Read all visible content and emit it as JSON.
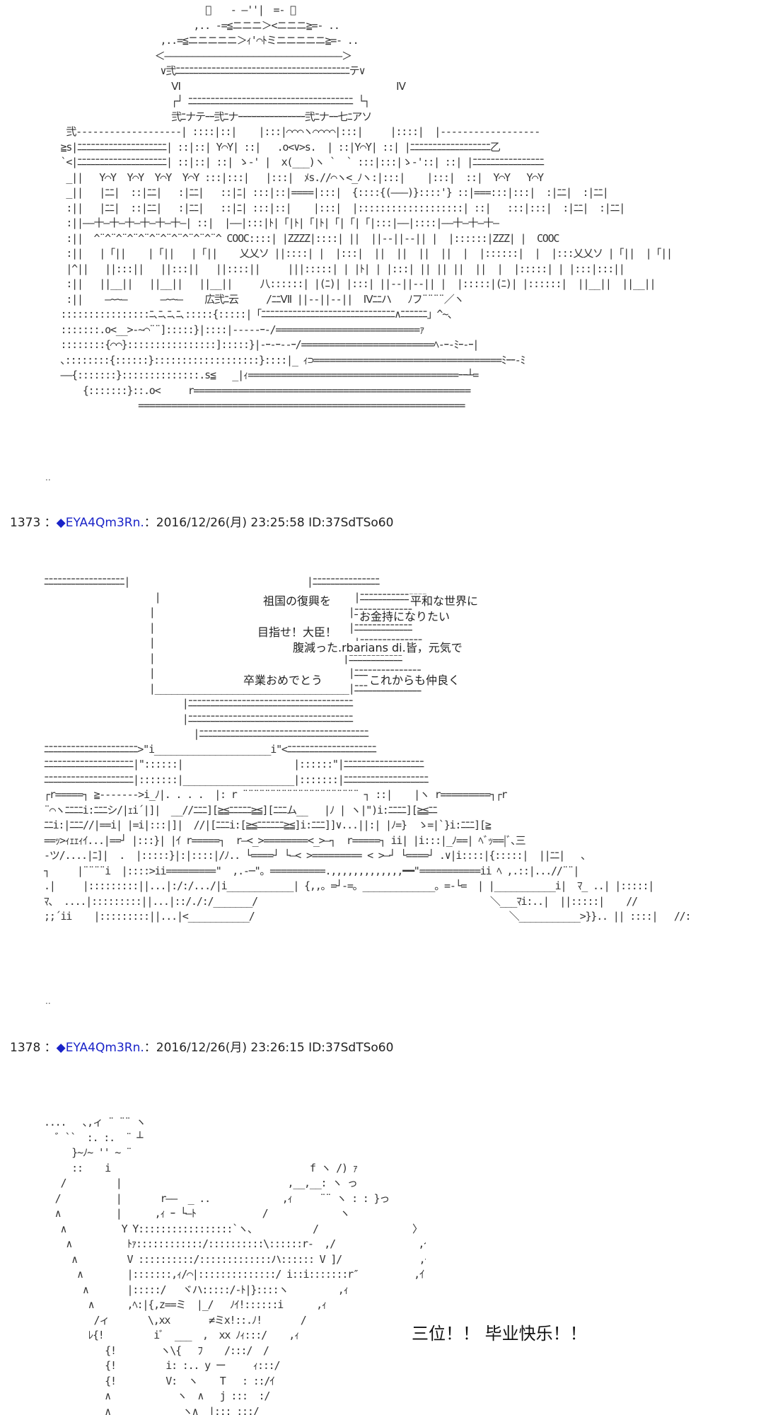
{
  "art_top": "                             ﾞ　　- ―''|　=‐ ､\n                           ,.. -=≦ニニニ＞<ニニニ≧=- ..\n                     ,..=≦ニニニニニ＞ｨ'⌒ﾄミニニニニニ≧=- ..\n                    ＜――――――――――――――――――――――――――――――――＞\n                     ∨弐ﾆﾆﾆﾆﾆﾆﾆﾆﾆﾆﾆﾆﾆﾆﾆﾆﾆﾆﾆﾆﾆﾆﾆﾆﾆﾆﾆﾆﾆﾆﾆﾆﾆﾆﾆﾆﾆﾆﾆテ∨\n                       Ⅵ                                       Ⅳ\n                       ┌┘ ﾆﾆﾆﾆﾆﾆﾆﾆﾆﾆﾆﾆﾆﾆﾆﾆﾆﾆﾆﾆﾆﾆﾆﾆﾆﾆﾆﾆﾆﾆﾆﾆﾆﾆﾆﾆﾆ └┐\n                       弐ﾆナテｰｰ弐ﾆナｰｰｰｰｰｰｰｰｰｰｰｰｰｰｰ弐ﾆナｰｰ七ﾆアソ\n    弐-------------------| ::::|::|    |:::|⌒⌒⌒ヽ⌒⌒⌒⌒|:::|     |::::|  |------------------\n   ≧s|ﾆﾆﾆﾆﾆﾆﾆﾆﾆﾆﾆﾆﾆﾆﾆﾆﾆﾆﾆﾆ| ::|::| Y⌒Y| ::|   .o<∨>s.  | ::|Y⌒Y| ::| |ﾆﾆﾆﾆﾆﾆﾆﾆﾆﾆﾆﾆﾆﾆﾆﾆﾆﾆ乙\n   `<|ﾆﾆﾆﾆﾆﾆﾆﾆﾆﾆﾆﾆﾆﾆﾆﾆﾆﾆﾆﾆ| ::|::| ::| ゝ-' |  x(___)ヽ `  ` :::|:::|ゝ-'::| ::| |ﾆﾆﾆﾆﾆﾆﾆﾆﾆﾆﾆﾆﾆﾆﾆﾆ\n    _||   Y⌒Y  Y⌒Y  Y⌒Y  Y⌒Y :::|:::|   |:::|  ﾒs.//⌒ヽ<_ﾉヽ:|:::|    |:::|  ::|  Y⌒Y   Y⌒Y\n    _||   |ﾆﾆ|  ::|ﾆﾆ|   :|ﾆﾆ|   ::|ﾆ| :::|::|====|:::|  {::::{(―――)}::::'} ::|===:::|:::|  :|ﾆﾆ|  :|ﾆﾆ|\n    :||   |ﾆﾆ|  ::|ﾆﾆ|   :|ﾆﾆ|   ::|ﾆ| :::|::|    |:::|  |:::::::::::::::::::| ::|   :::|:::|  :|ﾆﾆ|  :|ﾆﾆ|\n    :||――十―十―十―十―十―十―| ::|  |――|:::|ﾄ|「|ﾄ|「|ﾄ|「|「|「|:::|――|::::|――十―十―十―\n    :||  ^¨^¨^¨^¨^¨^¨^¨^¨^¨^¨^¨^ COOC::::| |ZZZZ|::::| ||  ||--||--|| |  |::::::|ZZZ| |  COOC\n    :||   |「||    |「||   |「||    乂乂ソ ||::::| |  |:::|  ||  ||  ||  ||  |  |::::::|  |  |:::乂乂ソ |「||  |「||\n    |^||   ||:::||   ||:::||   ||::::||     |||:::::| | |ﾄ| | |:::| || || ||  ||  |  |:::::| | |:::|:::||\n    :||   ||__||   ||__||   ||__||     八::::::| |(ﾆ)| |:::| ||--||--|| |  |:::::|(ﾆ)| |::::::|  ||__||  ||__||\n    :||    ―~~―      ―~~―    広弐ﾆ云     /ﾆﾆⅦ ||--||--||  Ⅳﾆﾆハ   ﾉフ¨¨¨¨／ヽ\n   ::::::::::::::::ﾆ､ﾆ､ﾆ､ﾆ､:::::{:::::|「ﾆﾆﾆﾆﾆﾆﾆﾆﾆﾆﾆﾆﾆﾆﾆﾆﾆﾆﾆﾆﾆﾆﾆﾆﾆﾆﾆﾆﾆﾆ∧ﾆﾆﾆﾆﾆﾆ」^~､\n   :::::::.o<__>-~⌒¨¨]:::::}|::::|-----ｰ-/==========================ｧ\n   ::::::::{⌒⌒}::::::::::::::::]:::::}|-ｰ-ｰ--ｰ/========================ﾍ-ｰ-ﾐｰ-ｰ|\n   ､::::::::{::::::}:::::::::::::::::::}::::|_ ｨ⊃==================================ﾐｰｰ-ﾐ\n   ――{:::::::}::::::::::::::.s≦   _|ｨ======================================ｰｰ┴=\n       {:::::::}::.o<     r==================================================\n                 ===========================================================",
  "art_mid": "ﾆﾆﾆﾆﾆﾆﾆﾆﾆﾆﾆﾆﾆﾆﾆﾆﾆﾆ|                                |ﾆﾆﾆﾆﾆﾆﾆﾆﾆﾆﾆﾆﾆﾆﾆ\n                    |                                   |ﾆﾆﾆﾆﾆﾆﾆﾆﾆﾆﾆﾆﾆﾆﾆ\n                   |                                   |ﾆﾆﾆﾆﾆﾆﾆﾆﾆﾆﾆﾆﾆ\n                   |                                   |ﾆﾆﾆﾆﾆﾆﾆﾆﾆﾆﾆﾆﾆ\n                   |                                    |ﾆﾆﾆﾆﾆﾆﾆﾆﾆﾆﾆﾆﾆﾆ\n                   |                                  |ﾆﾆﾆﾆﾆﾆﾆﾆﾆﾆﾆﾆ\n                   |                                   |ﾆﾆﾆﾆﾆﾆﾆﾆﾆﾆﾆﾆﾆﾆﾆ\n                   |___________________________________|ﾆﾆﾆﾆﾆﾆﾆﾆﾆﾆﾆﾆﾆﾆﾆ\n                         |ﾆﾆﾆﾆﾆﾆﾆﾆﾆﾆﾆﾆﾆﾆﾆﾆﾆﾆﾆﾆﾆﾆﾆﾆﾆﾆﾆﾆﾆﾆﾆﾆﾆﾆﾆﾆﾆ\n                         |ﾆﾆﾆﾆﾆﾆﾆﾆﾆﾆﾆﾆﾆﾆﾆﾆﾆﾆﾆﾆﾆﾆﾆﾆﾆﾆﾆﾆﾆﾆﾆﾆﾆﾆﾆﾆﾆ\n                           |ﾆﾆﾆﾆﾆﾆﾆﾆﾆﾆﾆﾆﾆﾆﾆﾆﾆﾆﾆﾆﾆﾆﾆﾆﾆﾆﾆﾆﾆﾆﾆﾆﾆﾆﾆﾆﾆﾆ\nﾆﾆﾆﾆﾆﾆﾆﾆﾆﾆﾆﾆﾆﾆﾆﾆﾆﾆﾆﾆﾆ>\"i_____________________i\"<ﾆﾆﾆﾆﾆﾆﾆﾆﾆﾆﾆﾆﾆﾆﾆﾆﾆﾆﾆﾆ\nﾆﾆﾆﾆﾆﾆﾆﾆﾆﾆﾆﾆﾆﾆﾆﾆﾆﾆﾆﾆ|\"::::::|                    |::::::\"|ﾆﾆﾆﾆﾆﾆﾆﾆﾆﾆﾆﾆﾆﾆﾆﾆﾆﾆ\nﾆﾆﾆﾆﾆﾆﾆﾆﾆﾆﾆﾆﾆﾆﾆﾆﾆﾆﾆﾆ|:::::::|____________________|:::::::|ﾆﾆﾆﾆﾆﾆﾆﾆﾆﾆﾆﾆﾆﾆﾆﾆﾆﾆﾆ\n┌r=====┐ ≧------->i_ﾉ|. . . .  |: r ¨¨¨¨¨¨¨¨¨¨¨¨¨¨¨¨¨¨¨¨¨ ┐ ::|    |ヽ r=========┐┌r\n¨⌒ヽﾆﾆﾆﾆi:ﾆﾆﾆシ/|ｪi´|]|  __//ﾆﾆﾆ][≧≦ﾆﾆﾆﾆﾆ≧≦][ﾆﾆﾆム__   |ﾉ | ヽ|\")i:ﾆﾆﾆﾆ][≧≦ﾆﾆ\nﾆﾆi:|ﾆﾆﾆ//|==i| |=i|:::|]|  //|[ﾆﾆﾆi:[≧≦ﾆﾆﾆﾆﾆﾆ≧≦]i:ﾆﾆﾆ]]∨...||:| |ﾉ=}  ゝ=|`}i:ﾆﾆﾆ][≧\n==ｯ>ｨｪｪｨｲ...|==┘ |:::}| |ｲ r=====┐  r―<_>========<_>―┐  r=====┐ ii| |i:::|_ﾉ==| ﾍﾞｯ==|ﾞ､三\n-ツ/....|ﾆ]|  .  |:::::}|:|::::|/ﾉ.. └====┘ └―< >========= < >―┘ └====┘ .∨|i::::|{:::::|  ||ﾆﾆ|   ､\n┐     |¨¨¨¨i  |::::>ii=========\"  ,.-─\"。==========.,,,,,,,,,,,,,━━\"===========ii ﾍ ,.::|...//¨¨|\n.|     |:::::::::||...|:/:/.../|i____________| {,,。=┘-=。_____________。=-└=  | |___________i|  ﾏ_ ..| |:::::|\nﾏ、 ....|:::::::::||...|::/./:/_______/                                          ＼___ﾏi:..|  ||:::::|    //\n;;´ii    |:::::::::||...|<___________/                                              ＼___________>}}.. || ::::|   //:",
  "art_bottom": "....   ､,ィ ¨ ¨¨ ヽ\n  ゛``  :. :.  ¨ ┴\n     }~ﾉ~ '' ~ ¨\n     ::    i                                    f ヽ /) ｧ\n   /         |                              ,__,__: ヽ っ\n  /          |       r――  _ ..             ,ｨ     ¨¨ ヽ : : }っ\n  ∧          |      ,ｨ ｰ └―ﾄ            /             ヽ\n   ∧          Y Y:::::::::::::::::`ヽ、          /                 〉\n    ∧          ﾄｧ::::::::::::/::::::::::\\::::::r-  ,/               ,ｲ\n     ∧         V ::::::::::/:::::::::::::ハ:::::: V ]/              ,ｲ\n      ∧        |:::::::,ｨ/⌒|::::::::::::::/ i::i:::::::r″          ,ｲ\n       ∧       |:::::/   ヾハ:::::/-ﾄ|}::::ヽ         ,ｨ\n        ∧      ,ﾍ:|{,z==ミ  |_/   ﾉｲ!::::::i      ,ｨ\n         /ィ       \\,xx       ≠ミx!::.ﾉ!       /\n        ﾚ{!         iﾞ  ___  ,  xx ﾉｨ:::/    ,ｨ\n           {!        ヽ\\{   ﾌ    /:::/  /\n           {!         i: :.. y ー     ｨ:::/\n           {!         V:  ヽ    T   : ::/ｲ\n           ∧            ヽ  ∧   j :::  :/\n           ∧             ヽ∧  |::: :::/\n              ∧          ー  ヽソ Tl___ﾉ",
  "post1": {
    "number": "1373",
    "separator": "：",
    "name": "◆EYA4Qm3Rn.",
    "meta": "：2016/12/26(月) 23:25:58 ID:37SdTSo60"
  },
  "post2": {
    "number": "1378",
    "separator": "：",
    "name": "◆EYA4Qm3Rn.",
    "meta": "：2016/12/26(月) 23:26:15 ID:37SdTSo60"
  },
  "ellipsis1": "..",
  "ellipsis2": "..",
  "sign": {
    "line1_left": "祖国の復興を",
    "line1_right": "平和な世界に",
    "line2": "お金持になりたい",
    "line3": "目指せ！大臣！",
    "line4": "腹減った.rbarians di.皆，元気で",
    "line5_left": "卒業おめでとう",
    "line5_right": "これからも仲良く"
  },
  "caption": "三位！！ 毕业快乐！！"
}
